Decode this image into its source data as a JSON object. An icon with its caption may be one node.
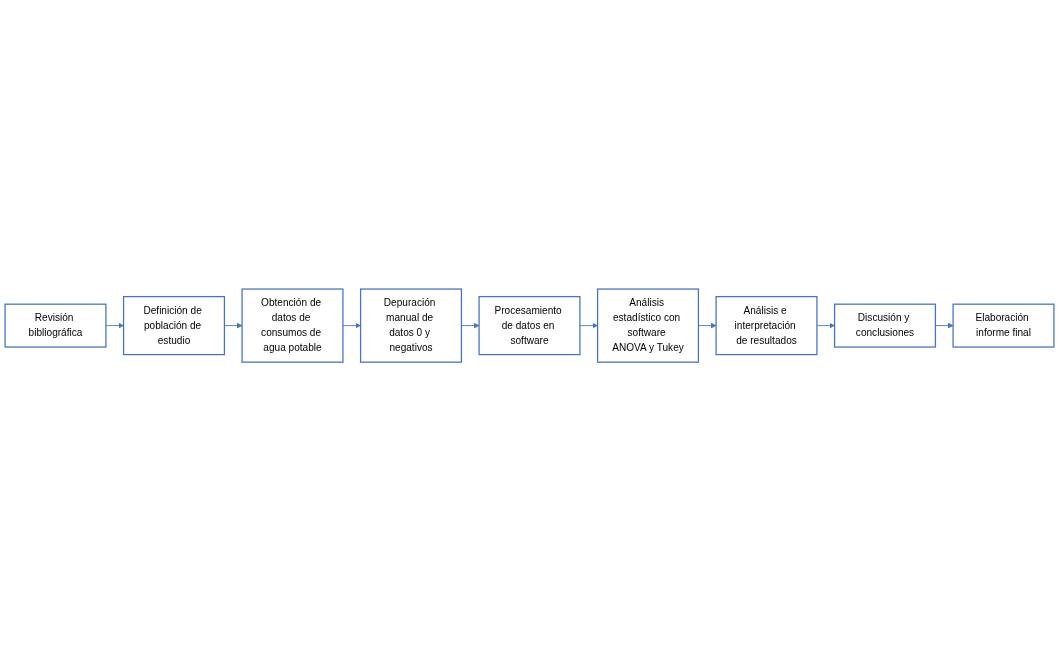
{
  "diagram": {
    "nodes": [
      {
        "text": [
          "Revisión bibliográfica"
        ]
      },
      {
        "text": [
          "Definición de población de estudio"
        ]
      },
      {
        "text": [
          "Obtención de datos de consumos de agua potable"
        ]
      },
      {
        "text": [
          "Depuración manual de datos 0 y negativos"
        ]
      },
      {
        "text": [
          "Procesamiento de datos en software"
        ]
      },
      {
        "text": [
          "Análisis estadístico con software ANOVA y Tukey"
        ]
      },
      {
        "text": [
          "Análisis e interpretación de resultados"
        ]
      },
      {
        "text": [
          "Discusión y conclusiones"
        ]
      },
      {
        "text": [
          "Elaboración informe final"
        ]
      }
    ],
    "edges": [
      {
        "from": 0,
        "to": 1,
        "arrow": "to"
      },
      {
        "from": 1,
        "to": 2,
        "arrow": "to"
      },
      {
        "from": 2,
        "to": 3,
        "arrow": "to"
      },
      {
        "from": 3,
        "to": 4,
        "arrow": "to"
      },
      {
        "from": 4,
        "to": 5,
        "arrow": "to"
      },
      {
        "from": 5,
        "to": 6,
        "arrow": "to"
      },
      {
        "from": 6,
        "to": 7,
        "arrow": "to"
      },
      {
        "from": 7,
        "to": 8,
        "arrow": "to"
      }
    ]
  }
}
